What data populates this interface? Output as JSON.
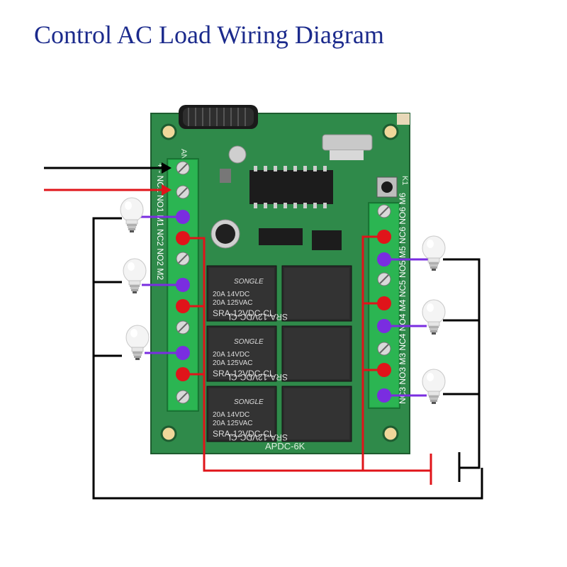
{
  "title": "Control AC Load Wiring Diagram",
  "board_model": "APDC-6K",
  "relay": {
    "brand": "SONGLE",
    "model": "SRA-12VDC-CL",
    "rating_dc": "20A 14VDC",
    "rating_ac": "20A 125VAC"
  },
  "labels": {
    "antenna": "ANT",
    "key": "K1",
    "left_terminals": "+ - NC1 NO1 M1 NC2 NO2 M2",
    "right_terminals": "NC3 NO3 M3 NC4 NO4 M4 NC5 NO5 M5 NC6 NO6 M6"
  },
  "colors": {
    "title": "#1b2a8c",
    "board": "#2f8a4a",
    "terminal_block": "#25a54a",
    "relay": "#2a2a2a",
    "wire_black": "#000000",
    "wire_red": "#e0141a",
    "dot_red": "#e0141a",
    "dot_purple": "#7a2de0"
  }
}
